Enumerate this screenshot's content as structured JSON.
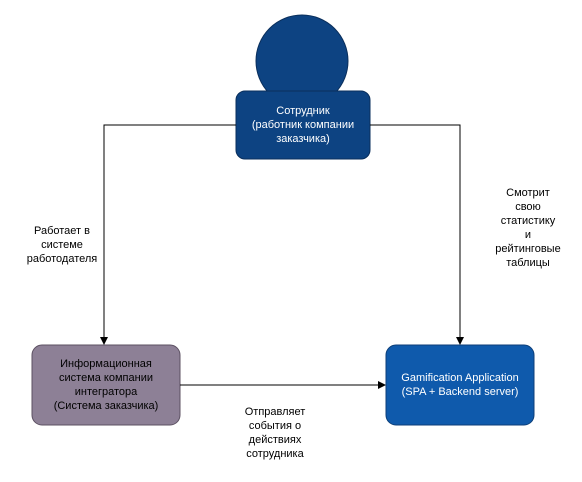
{
  "colors": {
    "person_fill": "#0d4382",
    "person_stroke": "#0a2f5c",
    "integrator_fill": "#8d8096",
    "integrator_stroke": "#5c5062",
    "app_fill": "#0f5aac",
    "app_stroke": "#0c3e78",
    "edge": "#000000",
    "person_text": "#ffffff",
    "integrator_text": "#000000",
    "app_text": "#ffffff"
  },
  "nodes": {
    "employee": {
      "label": "Сотрудник\n(работник компании\nзаказчика)"
    },
    "integrator_system": {
      "label": "Информационная\nсистема компании\nинтегратора\n(Система заказчика)"
    },
    "gamification_app": {
      "label": "Gamification Application\n(SPA + Backend server)"
    }
  },
  "edges": {
    "works_in": {
      "label": "Работает в\nсистеме\nработодателя"
    },
    "views_stats": {
      "label": "Смотрит\nсвою\nстатистику\nи\nрейтинговые\nтаблицы"
    },
    "sends_events": {
      "label": "Отправляет\nсобытия о\nдействиях\nсотрудника"
    }
  }
}
